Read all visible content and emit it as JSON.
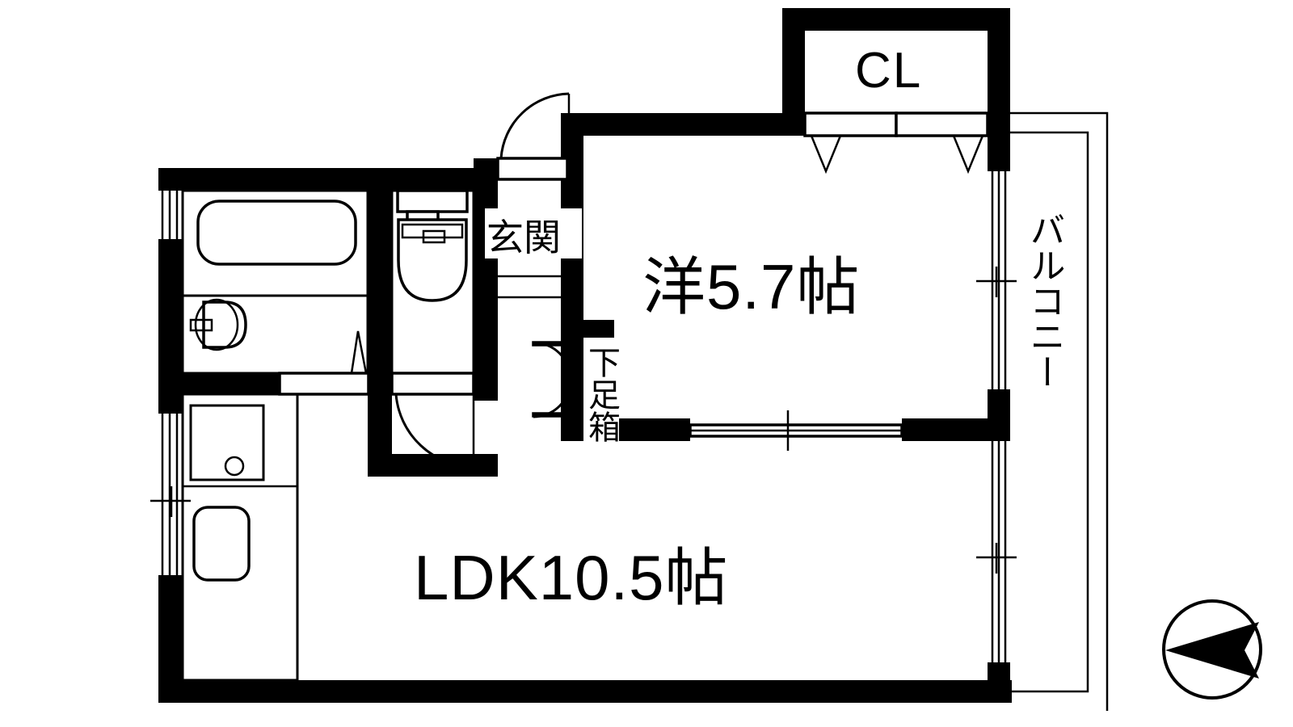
{
  "plan": {
    "title": "間取り図",
    "type": "japanese-apartment-floorplan",
    "background_color": "#ffffff",
    "line_color": "#000000"
  },
  "rooms": [
    {
      "id": "western_room",
      "label": "洋5.7帖",
      "kind": "western-style-bedroom",
      "size_jo": 5.7
    },
    {
      "id": "ldk",
      "label": "LDK10.5帖",
      "kind": "living-dining-kitchen",
      "size_jo": 10.5
    },
    {
      "id": "closet",
      "label": "CL",
      "kind": "closet"
    },
    {
      "id": "entrance",
      "label": "玄関",
      "kind": "entrance-genkan"
    },
    {
      "id": "shoebox",
      "label": "下足箱",
      "kind": "shoe-cabinet"
    },
    {
      "id": "balcony",
      "label": "バルコニー",
      "kind": "balcony"
    }
  ],
  "fixtures": [
    {
      "id": "bathtub",
      "name": "bathtub"
    },
    {
      "id": "washbasin",
      "name": "washbasin"
    },
    {
      "id": "toilet",
      "name": "toilet"
    },
    {
      "id": "kitchen_sink",
      "name": "kitchen-sink"
    },
    {
      "id": "stove",
      "name": "stove-burner"
    }
  ],
  "doors": [
    {
      "id": "entrance_door",
      "name": "entrance-swing-door"
    },
    {
      "id": "toilet_door",
      "name": "toilet-swing-door"
    },
    {
      "id": "bath_door",
      "name": "bathroom-folding-door"
    },
    {
      "id": "shoebox_doors",
      "name": "shoebox-double-door"
    },
    {
      "id": "closet_doors",
      "name": "closet-folding-doors"
    },
    {
      "id": "room_sliding_door",
      "name": "room-sliding-door"
    }
  ],
  "windows": [
    {
      "id": "bath_window",
      "name": "bathroom-window"
    },
    {
      "id": "kitchen_window",
      "name": "kitchen-window"
    },
    {
      "id": "balcony_door_upper",
      "name": "balcony-sliding-glass-door-upper"
    },
    {
      "id": "balcony_door_lower",
      "name": "balcony-sliding-glass-door-lower"
    }
  ],
  "compass": {
    "name": "direction-indicator",
    "points_to": "left"
  }
}
